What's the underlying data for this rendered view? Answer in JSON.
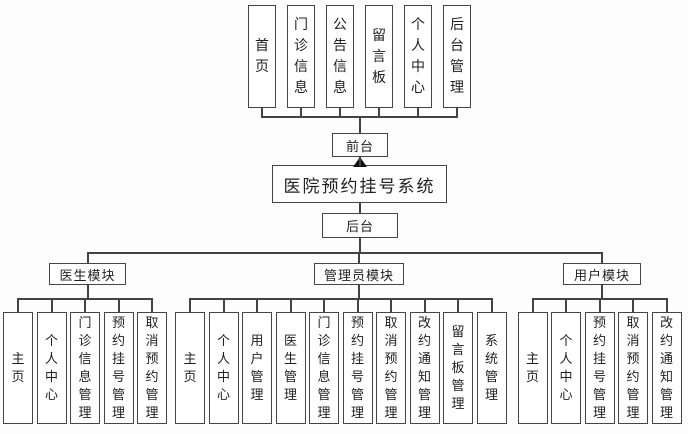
{
  "diagram": {
    "title": "医院预约挂号系统",
    "root": {
      "label": "医院预约挂号系统",
      "name": "hospital-appointment-system"
    },
    "frontend": {
      "label": "前台",
      "name": "front-desk",
      "children": [
        {
          "label": "首页",
          "name": "home-page"
        },
        {
          "label": "门诊信息",
          "name": "outpatient-info"
        },
        {
          "label": "公告信息",
          "name": "announcement-info"
        },
        {
          "label": "留言板",
          "name": "message-board"
        },
        {
          "label": "个人中心",
          "name": "personal-center"
        },
        {
          "label": "后台管理",
          "name": "backend-management"
        }
      ]
    },
    "backend": {
      "label": "后台",
      "name": "back-desk",
      "modules": [
        {
          "label": "医生模块",
          "name": "doctor-module",
          "children": [
            {
              "label": "主页",
              "name": "home"
            },
            {
              "label": "个人中心",
              "name": "personal-center"
            },
            {
              "label": "门诊信息管理",
              "name": "outpatient-info-management"
            },
            {
              "label": "预约挂号管理",
              "name": "appointment-registration-management"
            },
            {
              "label": "取消预约管理",
              "name": "cancel-appointment-management"
            }
          ]
        },
        {
          "label": "管理员模块",
          "name": "admin-module",
          "children": [
            {
              "label": "主页",
              "name": "home"
            },
            {
              "label": "个人中心",
              "name": "personal-center"
            },
            {
              "label": "用户管理",
              "name": "user-management"
            },
            {
              "label": "医生管理",
              "name": "doctor-management"
            },
            {
              "label": "门诊信息管理",
              "name": "outpatient-info-management"
            },
            {
              "label": "预约挂号管理",
              "name": "appointment-registration-management"
            },
            {
              "label": "取消预约管理",
              "name": "cancel-appointment-management"
            },
            {
              "label": "改约通知管理",
              "name": "reschedule-notice-management"
            },
            {
              "label": "留言板管理",
              "name": "message-board-management"
            },
            {
              "label": "系统管理",
              "name": "system-management"
            }
          ]
        },
        {
          "label": "用户模块",
          "name": "user-module",
          "children": [
            {
              "label": "主页",
              "name": "home"
            },
            {
              "label": "个人中心",
              "name": "personal-center"
            },
            {
              "label": "预约挂号管理",
              "name": "appointment-registration-management"
            },
            {
              "label": "取消预约管理",
              "name": "cancel-appointment-management"
            },
            {
              "label": "改约通知管理",
              "name": "reschedule-notice-management"
            }
          ]
        }
      ]
    },
    "colors": {
      "line": "#434343",
      "border": "#454545",
      "text": "#1f1f1f",
      "box_background": "#ffffff",
      "page_background": "#fdfdfd",
      "arrow": "#111111"
    }
  }
}
